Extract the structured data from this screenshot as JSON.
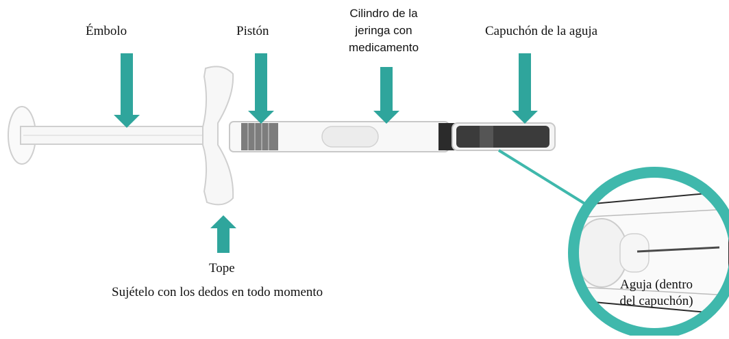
{
  "labels": {
    "plunger": "Émbolo",
    "piston": "Pistón",
    "barrel": [
      "Cilindro de la",
      "jeringa con",
      "medicamento"
    ],
    "needle_cap": "Capuchón de la aguja",
    "stopper": "Tope",
    "stopper_note": "Sujételo con los dedos en todo momento",
    "needle": [
      "Aguja (dentro",
      "del capuchón)"
    ]
  },
  "colors": {
    "arrow": "#2fa59c",
    "circle": "#3fb8ac",
    "outline": "#c8c8c8",
    "piston": "#7d7d7d",
    "cap": "#3b3b3b"
  }
}
